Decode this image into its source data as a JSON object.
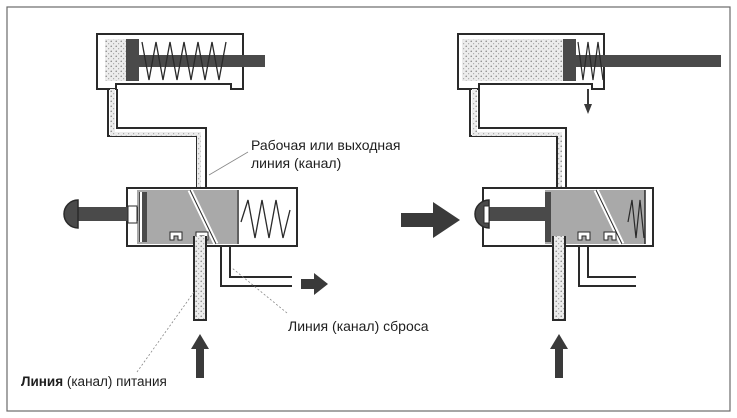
{
  "labels": {
    "working_line_1": "Рабочая или выходная",
    "working_line_2": "линия (канал)",
    "exhaust_line": "Линия (канал) сброса",
    "supply_line_prefix": "Линия",
    "supply_line_suffix": " (канал) питания"
  },
  "colors": {
    "line": "#2a2a2a",
    "body_fill": "#a9a9a9",
    "rod_fill": "#4a4a4a",
    "air_fill": "#e9e9e9",
    "arrow_fill": "#3a3a3a",
    "frame": "#666666"
  }
}
